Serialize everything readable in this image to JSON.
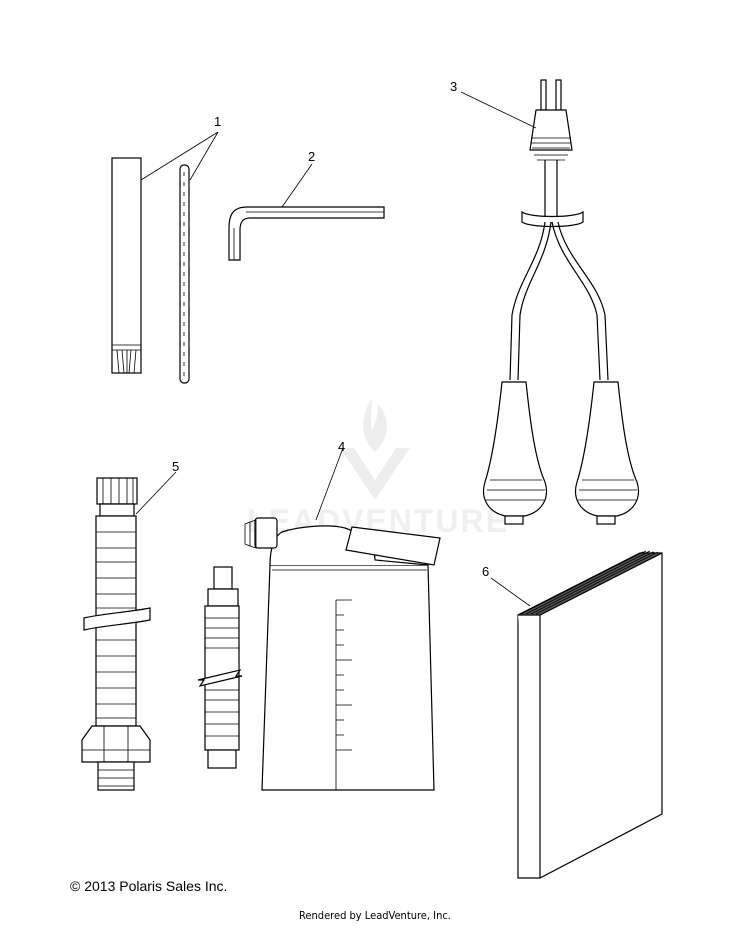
{
  "callouts": [
    {
      "id": "1",
      "label": "1"
    },
    {
      "id": "2",
      "label": "2"
    },
    {
      "id": "3",
      "label": "3"
    },
    {
      "id": "4",
      "label": "4"
    },
    {
      "id": "5",
      "label": "5"
    },
    {
      "id": "6",
      "label": "6"
    }
  ],
  "watermark": {
    "text": "LEADVENTURE"
  },
  "footer": {
    "copyright": "© 2013 Polaris Sales Inc.",
    "rendered_by": "Rendered by LeadVenture, Inc."
  },
  "colors": {
    "line": "#000000",
    "background": "#ffffff",
    "watermark": "#e6e6e6",
    "book_edge": "#444444"
  }
}
